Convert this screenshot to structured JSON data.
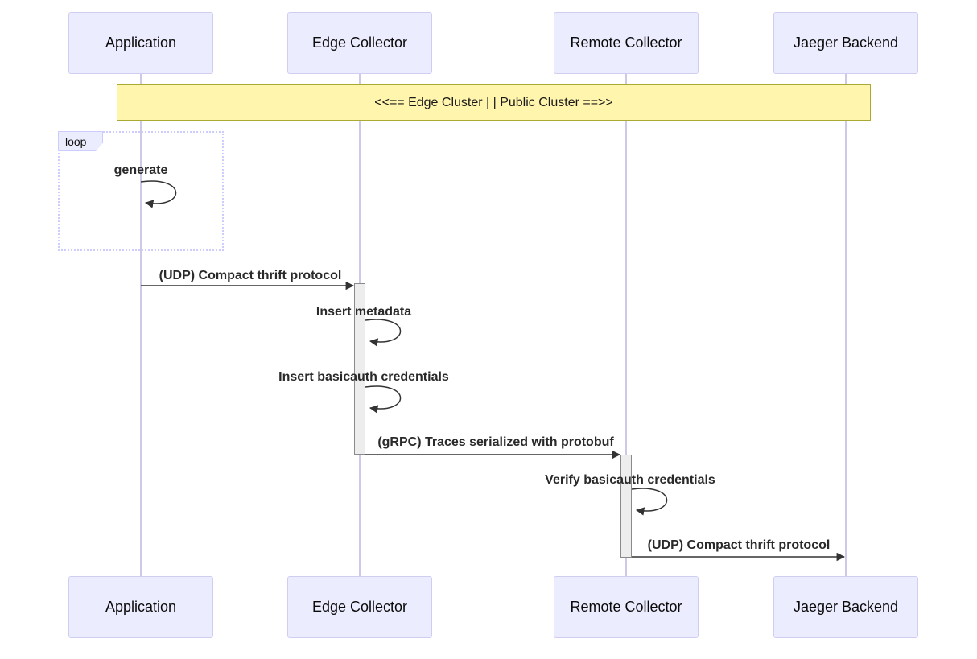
{
  "diagram": {
    "type": "sequence-diagram",
    "actors": [
      "Application",
      "Edge Collector",
      "Remote Collector",
      "Jaeger Backend"
    ],
    "note": "<<== Edge Cluster | | Public Cluster ==>>",
    "loop_label": "loop",
    "messages": [
      {
        "from": "Application",
        "to": "Application",
        "kind": "self",
        "text": "generate"
      },
      {
        "from": "Application",
        "to": "Edge Collector",
        "kind": "solid-arrow",
        "text": "(UDP) Compact thrift protocol"
      },
      {
        "from": "Edge Collector",
        "to": "Edge Collector",
        "kind": "self",
        "text": "Insert metadata"
      },
      {
        "from": "Edge Collector",
        "to": "Edge Collector",
        "kind": "self",
        "text": "Insert basicauth credentials"
      },
      {
        "from": "Edge Collector",
        "to": "Remote Collector",
        "kind": "solid-arrow",
        "text": "(gRPC) Traces serialized with protobuf"
      },
      {
        "from": "Remote Collector",
        "to": "Remote Collector",
        "kind": "self",
        "text": "Verify basicauth credentials"
      },
      {
        "from": "Remote Collector",
        "to": "Jaeger Backend",
        "kind": "solid-arrow",
        "text": "(UDP) Compact thrift protocol"
      }
    ],
    "colors": {
      "actor_fill": "#ECECFF",
      "actor_border": "#CFCEF2",
      "note_fill": "#FFF5AD",
      "note_border": "#AAAA33",
      "loop_border": "#CCCCFF",
      "activation_fill": "#EDEDED",
      "activation_border": "#8A8A8A",
      "lifeline": "#CDC9E6",
      "message_text": "#2A2A2A"
    }
  }
}
